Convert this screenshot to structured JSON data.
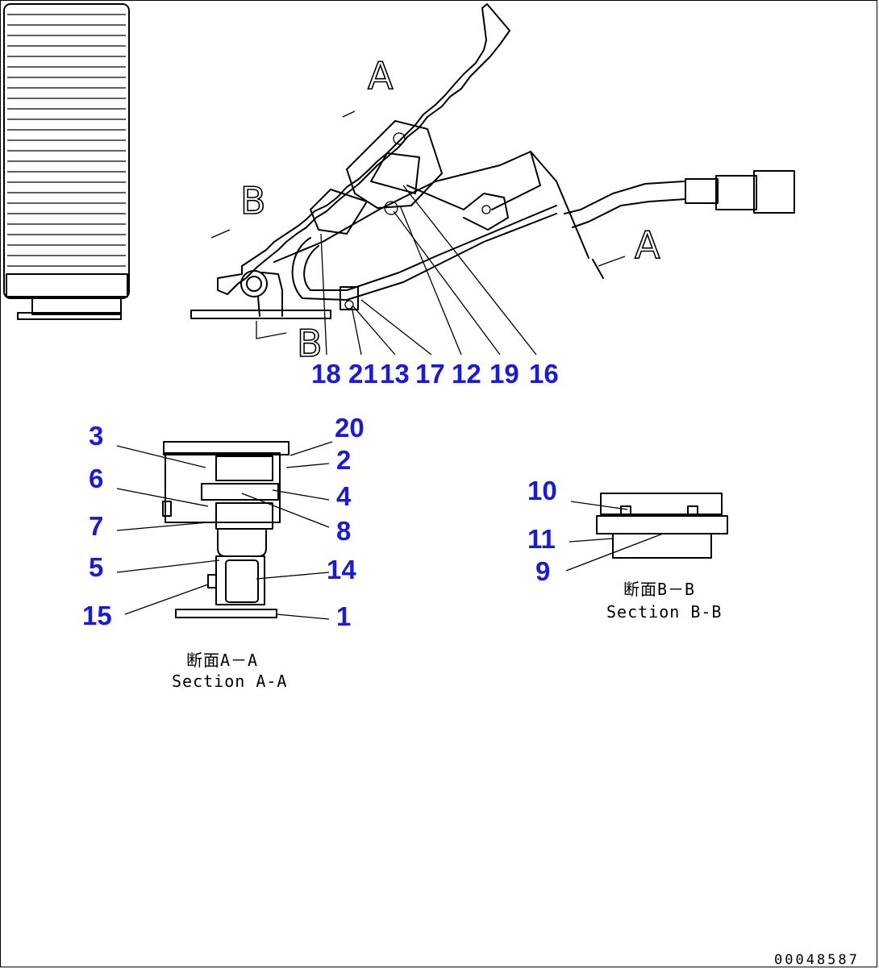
{
  "callouts": {
    "c1": "1",
    "c2": "2",
    "c3": "3",
    "c4": "4",
    "c5": "5",
    "c6": "6",
    "c7": "7",
    "c8": "8",
    "c9": "9",
    "c10": "10",
    "c11": "11",
    "c12": "12",
    "c13": "13",
    "c14": "14",
    "c15": "15",
    "c16": "16",
    "c17": "17",
    "c18": "18",
    "c19": "19",
    "c20": "20",
    "c21": "21"
  },
  "section_markers": {
    "a_top": "A",
    "a_right": "A",
    "b_left": "B",
    "b_bottom": "B"
  },
  "captions": {
    "section_aa_jp": "断面A－A",
    "section_aa_en": "Section A-A",
    "section_bb_jp": "断面B－B",
    "section_bb_en": "Section B-B"
  },
  "document_id": "00048587",
  "colors": {
    "callout": "#1a1adb",
    "line": "#000000",
    "background": "#ffffff"
  }
}
